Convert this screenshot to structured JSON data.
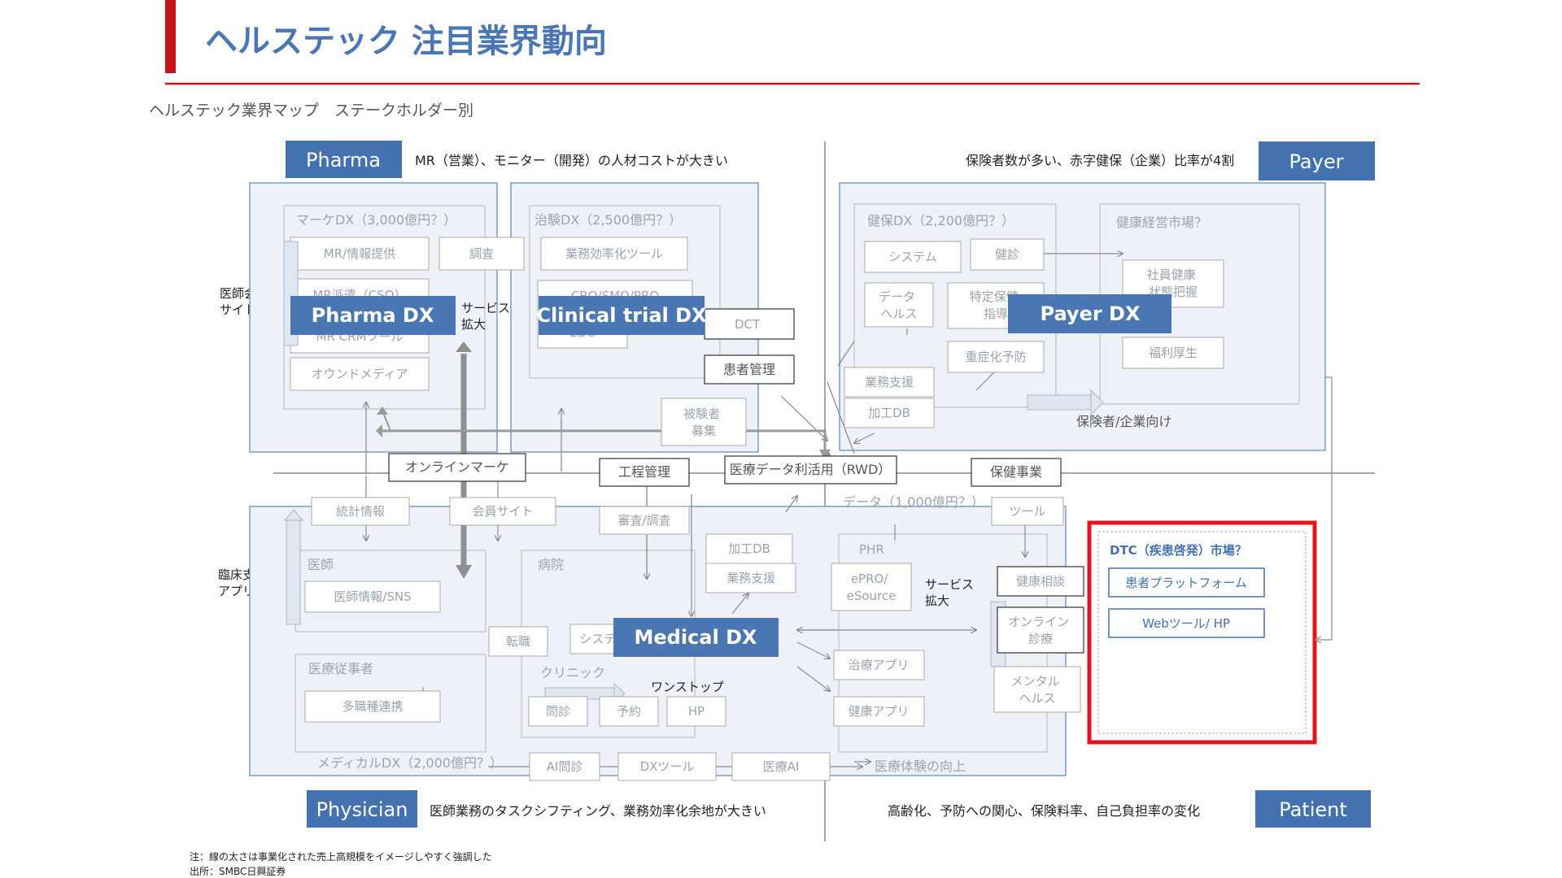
{
  "title": "ヘルステック 注目業界動向",
  "subtitle": "ヘルステック業界マップ　ステークホルダー別",
  "colors": {
    "accent_red": "#c8141e",
    "blue": "#4472b0",
    "panel_fill": "#eef2f8",
    "panel_border": "#7b9cc8",
    "highlight_border": "#e4141e"
  },
  "stakeholders": {
    "pharma": "Pharma",
    "payer": "Payer",
    "physician": "Physician",
    "patient": "Patient"
  },
  "notes": {
    "pharma": "MR（営業）、モニター（開発）の人材コストが大きい",
    "payer": "保険者数が多い、赤字健保（企業）比率が4割",
    "physician": "医師業務のタスクシフティング、業務効率化余地が大きい",
    "patient": "高齢化、予防への関心、保険料率、自己負担率の変化"
  },
  "side_labels": {
    "doctor_site": [
      "医師会員",
      "サイト"
    ],
    "clinical_app": [
      "臨床支援",
      "アプリ"
    ]
  },
  "big_labels": {
    "pharma_dx": "Pharma DX",
    "clinical_dx": "Clinical trial DX",
    "payer_dx": "Payer DX",
    "medical_dx": "Medical DX"
  },
  "marketing": {
    "title": "マーケDX（3,000億円？）",
    "items": [
      "MR/情報提供",
      "調査",
      "MR派遣（CSO）",
      "MR CRMツール",
      "オウンドメディア"
    ]
  },
  "trial": {
    "title": "治験DX（2,500億円？）",
    "items": [
      "業務効率化ツール",
      "CRO/SMO/PRO",
      "DCT",
      "EDC",
      "患者管理",
      "被験者",
      "募集"
    ]
  },
  "payer_panel": {
    "title": "健保DX（2,200億円？）",
    "items": [
      "システム",
      "健診",
      "データ",
      "ヘルス",
      "特定保健",
      "指導",
      "重症化予防",
      "業務支援",
      "加工DB"
    ],
    "market_title": "健康経営市場？",
    "market_items": [
      "社員健康",
      "状態把握",
      "福利厚生"
    ],
    "target": "保険者/企業向け"
  },
  "middle": {
    "online_marketing": "オンラインマーケ",
    "process": "工程管理",
    "rwd": "医療データ利活用（RWD）",
    "health_business": "保健事業",
    "data_market": "データ（1,000億円？）",
    "stats": "統計情報",
    "member_site": "会員サイト",
    "review": "審査/調査",
    "tool": "ツール",
    "service_expand_1": [
      "サービス",
      "拡大"
    ],
    "service_expand_2": [
      "サービス",
      "拡大"
    ]
  },
  "medical": {
    "doctor": "医師",
    "doctor_sns": "医師情報/SNS",
    "staff": "医療従事者",
    "multi": "多職種連携",
    "job_change": "転職",
    "hospital": "病院",
    "system": "システム",
    "clinic": "クリニック",
    "onestop": "ワンストップ",
    "interview": "問診",
    "reserve": "予約",
    "hp": "HP",
    "processed_db": "加工DB",
    "ops_support": "業務支援",
    "footer": "メディカルDX（2,000億円？）",
    "ai_interview": "AI問診",
    "dx_tool": "DXツール",
    "medical_ai": "医療AI",
    "experience": "医療体験の向上"
  },
  "phr": {
    "title": "PHR",
    "epro": [
      "ePRO/",
      "eSource"
    ],
    "treat_app": "治療アプリ",
    "health_app": "健康アプリ",
    "consult": "健康相談",
    "online": [
      "オンライン",
      "診療"
    ],
    "mental": [
      "メンタル",
      "ヘルス"
    ]
  },
  "dtc": {
    "title": "DTC（疾患啓発）市場？",
    "items": [
      "患者プラットフォーム",
      "Webツール/ HP"
    ]
  },
  "footer_notes": [
    "注：線の太さは事業化された売上高規模をイメージしやすく強調した",
    "出所：SMBC日興証券"
  ]
}
